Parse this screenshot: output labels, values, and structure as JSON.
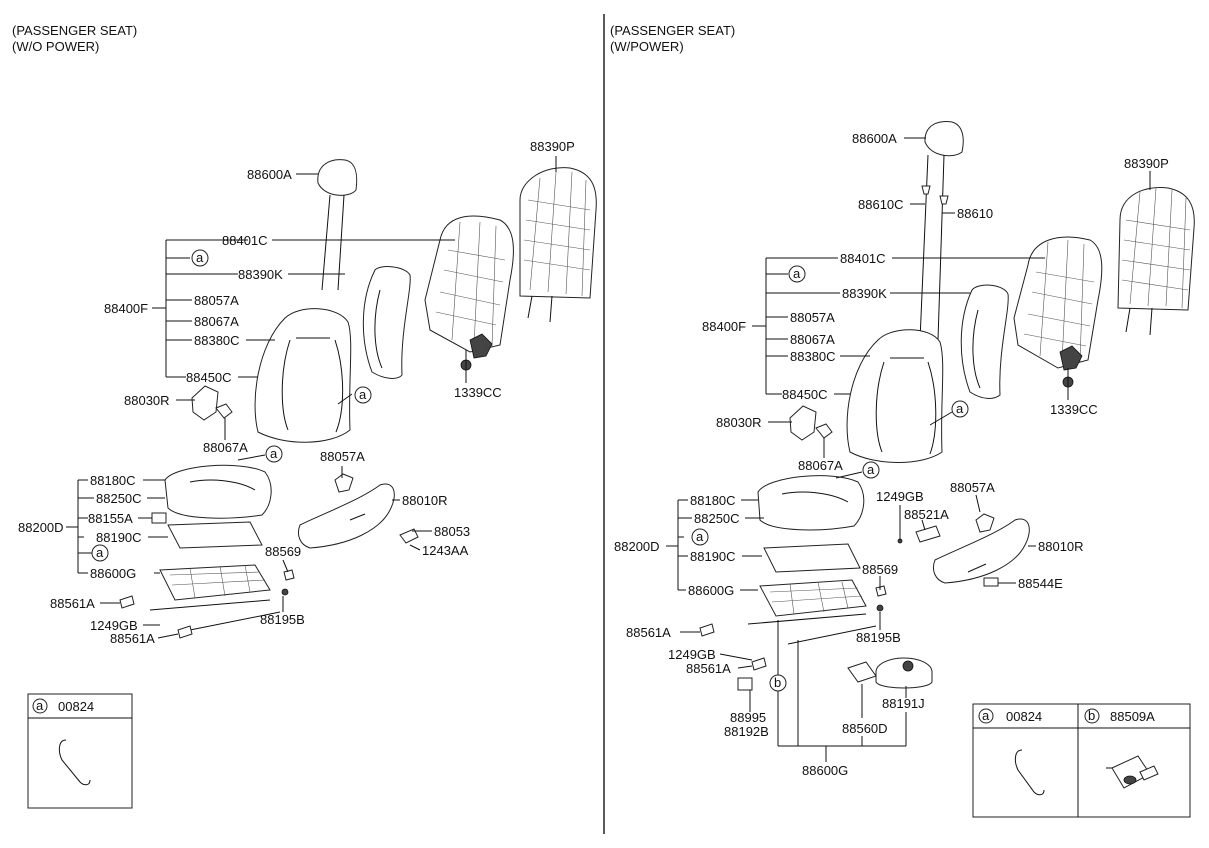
{
  "left_section": {
    "header": [
      "(PASSENGER SEAT)",
      "(W/O POWER)"
    ],
    "labels": {
      "headrest": "88600A",
      "back_cover_rear": "88390P",
      "back_frame": "88401C",
      "ref_a1": "a",
      "back_pad": "88390K",
      "back_assy": "88400F",
      "knob_57": "88057A",
      "knob_67": "88067A",
      "back_cover": "88380C",
      "back_trim": "88450C",
      "nut": "1339CC",
      "cover_r": "88030R",
      "knob_67b": "88067A",
      "ref_a2": "a",
      "ref_a3": "a",
      "knob_57b": "88057A",
      "cush_cover": "88180C",
      "cush_pad": "88250C",
      "side_cover": "88010R",
      "cush_assy": "88200D",
      "cush_155": "88155A",
      "screw_53": "88053",
      "cush_190": "88190C",
      "bolt": "1243AA",
      "ref_a4": "a",
      "cap_569": "88569",
      "track": "88600G",
      "cover_561a": "88561A",
      "bolt_195": "88195B",
      "screw_gb": "1249GB",
      "cover_561b": "88561A"
    },
    "legend": {
      "marker": "a",
      "part": "00824"
    }
  },
  "right_section": {
    "header": [
      "(PASSENGER SEAT)",
      "(W/POWER)"
    ],
    "labels": {
      "headrest": "88600A",
      "back_cover_rear": "88390P",
      "guide_c": "88610C",
      "guide": "88610",
      "back_frame": "88401C",
      "ref_a1": "a",
      "back_pad": "88390K",
      "knob_57": "88057A",
      "back_assy": "88400F",
      "knob_67": "88067A",
      "back_cover": "88380C",
      "back_trim": "88450C",
      "nut": "1339CC",
      "ref_a2": "a",
      "cover_r": "88030R",
      "knob_67b": "88067A",
      "ref_a3": "a",
      "cush_cover": "88180C",
      "screw_gb_top": "1249GB",
      "knob_57b": "88057A",
      "cush_pad": "88250C",
      "switch": "88521A",
      "cush_assy": "88200D",
      "ref_a4": "a",
      "side_cover": "88010R",
      "cush_190": "88190C",
      "cap_569": "88569",
      "knob_544": "88544E",
      "track": "88600G",
      "cover_561a": "88561A",
      "bolt_195": "88195B",
      "screw_gb": "1249GB",
      "cover_561b": "88561A",
      "ref_b": "b",
      "unit_191": "88191J",
      "sensor": "88995",
      "module": "88192B",
      "motor": "88560D",
      "track_bottom": "88600G"
    },
    "legend": [
      {
        "marker": "a",
        "part": "00824"
      },
      {
        "marker": "b",
        "part": "88509A"
      }
    ]
  }
}
